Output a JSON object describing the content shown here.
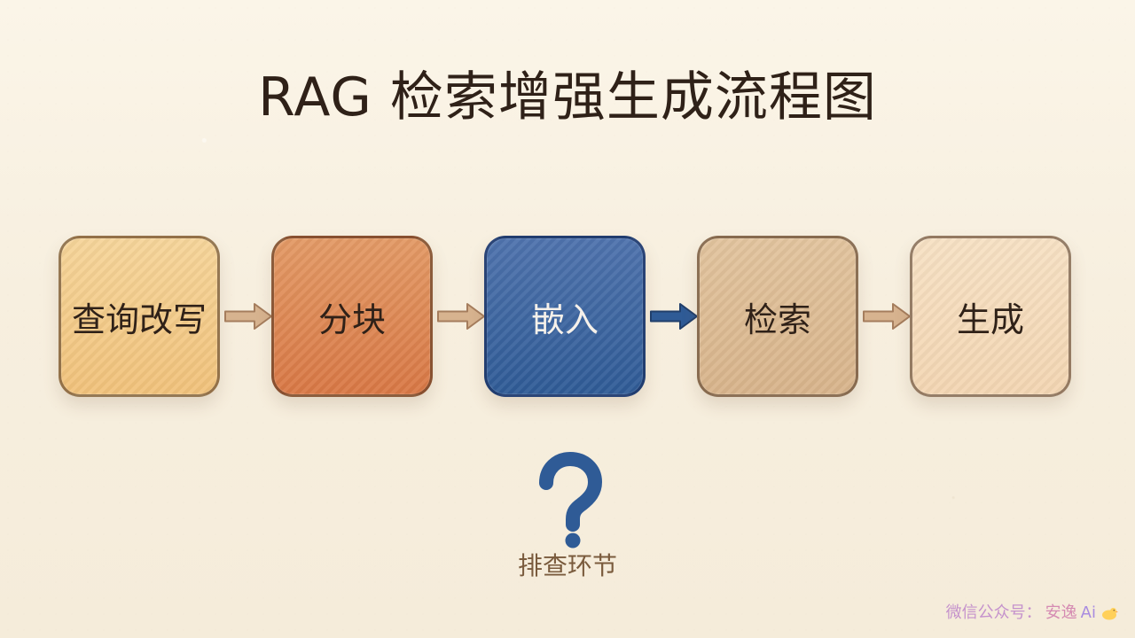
{
  "title": "RAG 检索增强生成流程图",
  "flow": {
    "steps": [
      {
        "label": "查询改写"
      },
      {
        "label": "分块"
      },
      {
        "label": "嵌入"
      },
      {
        "label": "检索"
      },
      {
        "label": "生成"
      }
    ]
  },
  "question": {
    "symbol": "?",
    "label": "排查环节"
  },
  "watermark": {
    "prefix": "微信公众号：",
    "brand": "安逸",
    "suffix": "Ai"
  },
  "colors": {
    "background": "#f7f0e0",
    "step_1": "#f1c27b",
    "step_2": "#d97845",
    "step_3": "#2f5b96",
    "step_4": "#d8b48b",
    "step_5": "#f3d6b3",
    "arrow_default": "#d7b38f",
    "arrow_highlight": "#2f5b96",
    "question_mark": "#2f5b96",
    "label_text": "#7a5b3d"
  }
}
